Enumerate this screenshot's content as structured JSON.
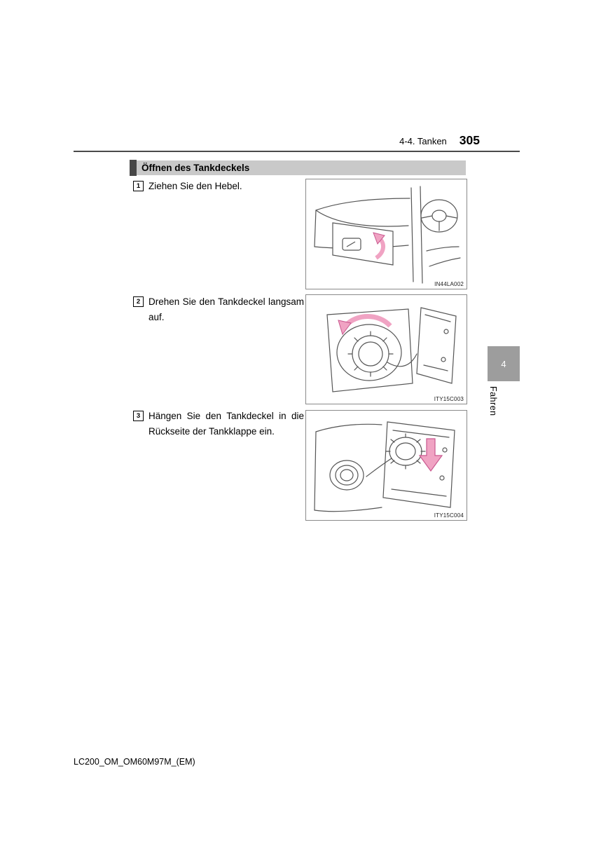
{
  "header": {
    "section_label": "4-4. Tanken",
    "page_number": "305"
  },
  "section": {
    "title": "Öffnen des Tankdeckels"
  },
  "steps": [
    {
      "number": "1",
      "text": "Ziehen Sie den Hebel.",
      "image_code": "IN44LA002",
      "image_name": "fuel-lid-release-lever-illustration"
    },
    {
      "number": "2",
      "text": "Drehen Sie den Tankdeckel langsam auf.",
      "image_code": "ITY15C003",
      "image_name": "fuel-cap-turning-illustration"
    },
    {
      "number": "3",
      "text": "Hängen Sie den Tankdeckel in die Rückseite der Tankklappe ein.",
      "image_code": "ITY15C004",
      "image_name": "fuel-cap-hanging-on-flap-illustration"
    }
  ],
  "side_tab": {
    "number": "4",
    "label": "Fahren"
  },
  "footer": {
    "text": "LC200_OM_OM60M97M_(EM)"
  },
  "colors": {
    "section_bar_bg": "#c9c9c9",
    "section_marker": "#474747",
    "chapter_tab_bg": "#9d9d9d",
    "arrow_pink": "#f0a3c3",
    "arrow_pink_outline": "#c9588f"
  }
}
